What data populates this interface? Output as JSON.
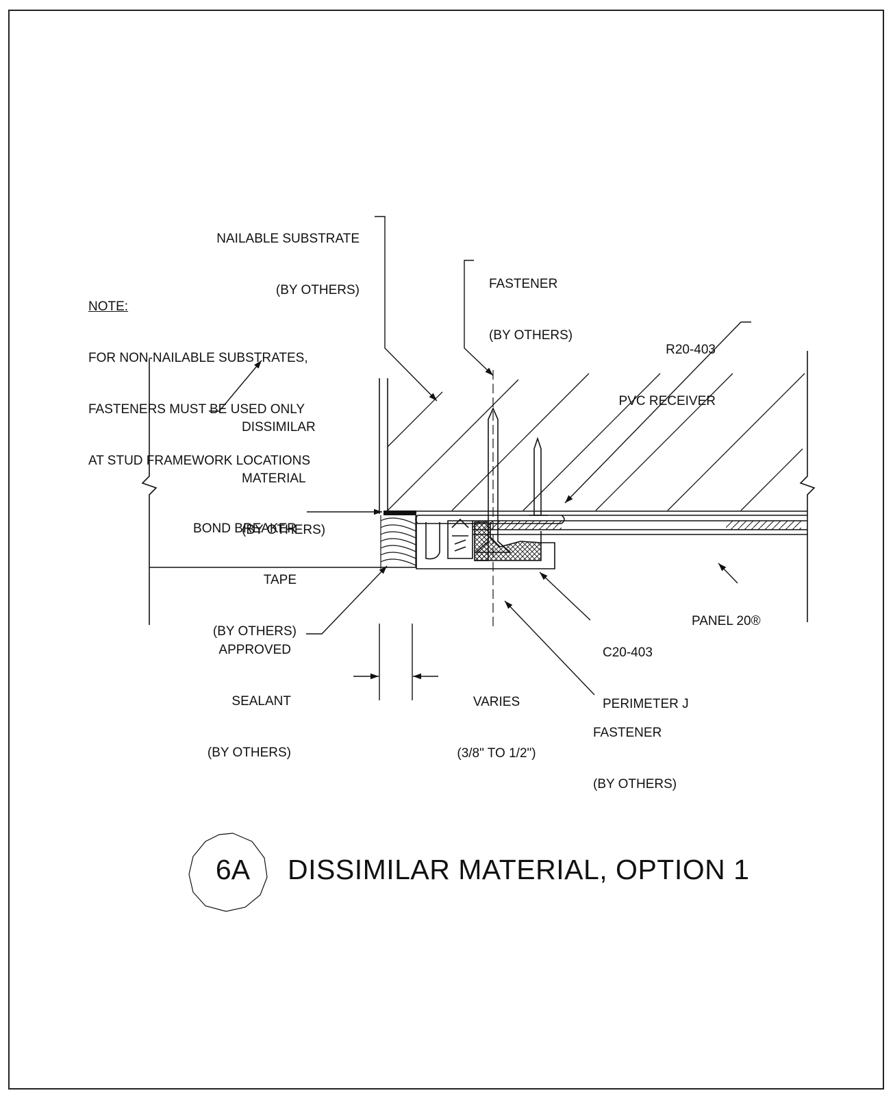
{
  "labels": {
    "nailable_substrate": [
      "NAILABLE SUBSTRATE",
      "(BY OTHERS)"
    ],
    "fastener_top": [
      "FASTENER",
      "(BY OTHERS)"
    ],
    "note_heading": "NOTE:",
    "note_body": [
      "FOR NON-NAILABLE SUBSTRATES,",
      "FASTENERS MUST BE USED ONLY",
      "AT STUD FRAMEWORK LOCATIONS"
    ],
    "receiver": [
      "R20-403",
      "PVC RECEIVER"
    ],
    "dissimilar_material": [
      "DISSIMILAR",
      "MATERIAL",
      "(BY OTHERS)"
    ],
    "bond_breaker": [
      "BOND BREAKER",
      "TAPE",
      "(BY OTHERS)"
    ],
    "panel": "PANEL 20®",
    "sealant": [
      "APPROVED",
      "SEALANT",
      "(BY OTHERS)"
    ],
    "perimeter_j": [
      "C20-403",
      "PERIMETER J"
    ],
    "varies": [
      "VARIES",
      "(3/8\" TO 1/2\")"
    ],
    "fastener_bottom": [
      "FASTENER",
      "(BY OTHERS)"
    ]
  },
  "detail": {
    "tag": "6A",
    "title": "DISSIMILAR MATERIAL, OPTION 1"
  }
}
